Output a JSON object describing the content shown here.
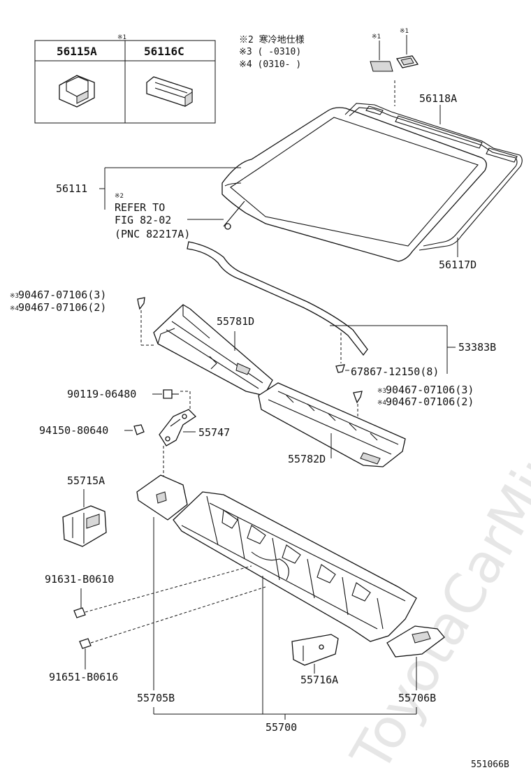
{
  "watermark": "ToyotaCarMine.ru",
  "figure_code": "551066B",
  "inset_table": {
    "note_mark": "※1",
    "col1": "56115A",
    "col2": "56116C"
  },
  "notes": {
    "n2": "※2 寒冷地仕様",
    "n3": "※3 (      -0310)",
    "n4": "※4 (0310-      )"
  },
  "marks": {
    "m1a": "※1",
    "m1b": "※1",
    "m2": "※2",
    "m3a": "※3",
    "m4a": "※4",
    "m3b": "※3",
    "m4b": "※4"
  },
  "refer": {
    "line1": "REFER TO",
    "line2": "FIG 82-02",
    "line3": "(PNC 82217A)"
  },
  "labels": {
    "p56118A": "56118A",
    "p56111": "56111",
    "p56117D": "56117D",
    "p90467_3a": "90467-07106(3)",
    "p90467_2a": "90467-07106(2)",
    "p55781D": "55781D",
    "p53383B": "53383B",
    "p67867": "67867-12150(8)",
    "p90119": "90119-06480",
    "p90467_3b": "90467-07106(3)",
    "p90467_2b": "90467-07106(2)",
    "p94150": "94150-80640",
    "p55747": "55747",
    "p55782D": "55782D",
    "p55715A": "55715A",
    "p91631": "91631-B0610",
    "p91651": "91651-B0616",
    "p55716A": "55716A",
    "p55705B": "55705B",
    "p55706B": "55706B",
    "p55700": "55700"
  }
}
